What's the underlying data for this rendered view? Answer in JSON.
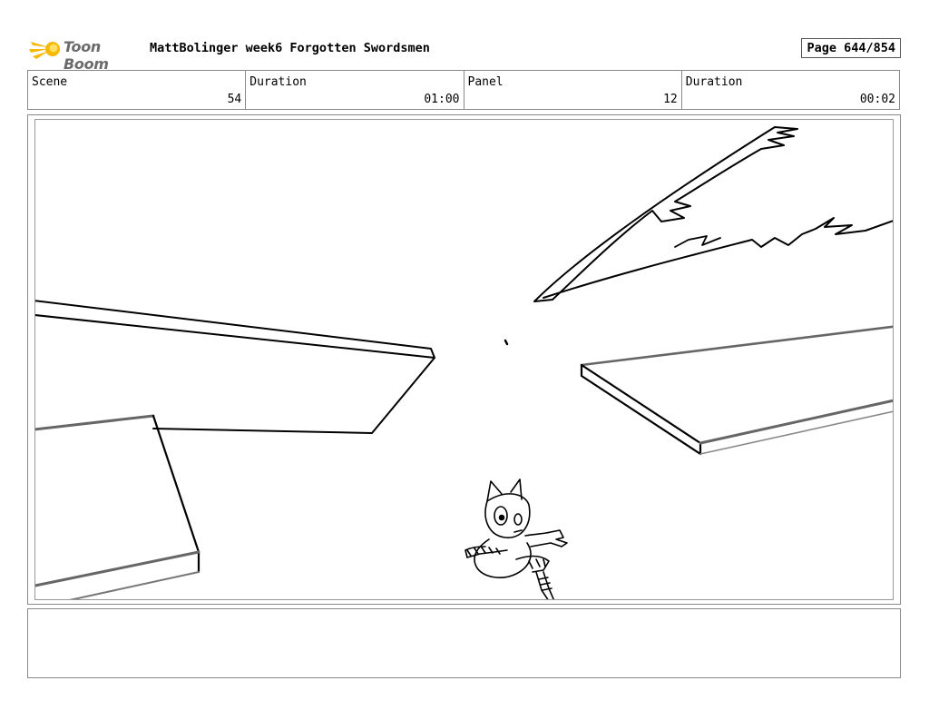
{
  "header": {
    "logo_text": "Toon Boom",
    "doc_title": "MattBolinger week6 Forgotten Swordsmen",
    "page": "Page 644/854"
  },
  "info": {
    "scene_label": "Scene",
    "scene_value": "54",
    "scene_duration_label": "Duration",
    "scene_duration_value": "01:00",
    "panel_label": "Panel",
    "panel_value": "12",
    "panel_duration_label": "Duration",
    "panel_duration_value": "00:02"
  },
  "colors": {
    "logo_accent": "#f6b800",
    "logo_text": "#6b6b6b",
    "frame_border": "#888888"
  },
  "notes": {
    "text": ""
  }
}
